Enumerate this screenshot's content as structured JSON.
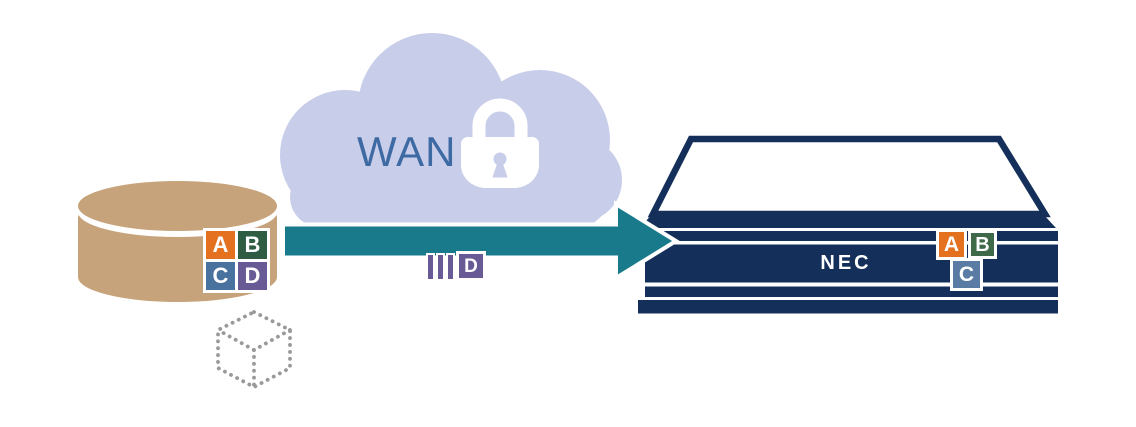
{
  "diagram": {
    "wan": {
      "label": "WAN",
      "text_color": "#3e6aa4",
      "cloud_color": "#c8cde9",
      "lock_icon": "padlock"
    },
    "source_storage": {
      "shape": "database-cylinder",
      "color": "#c6a37a",
      "blocks": [
        {
          "label": "A",
          "color": "#e4711f"
        },
        {
          "label": "B",
          "color": "#2e5d43"
        },
        {
          "label": "C",
          "color": "#49729e"
        },
        {
          "label": "D",
          "color": "#685a94"
        }
      ]
    },
    "flow_arrow": {
      "color": "#187a8b",
      "direction": "right"
    },
    "transfer_payload": {
      "bars": 3,
      "bar_color": "#685a94",
      "block": {
        "label": "D",
        "color": "#685a94"
      }
    },
    "target_appliance": {
      "brand": "NEC",
      "color": "#14305a",
      "blocks": [
        {
          "label": "A",
          "color": "#e4711f"
        },
        {
          "label": "B",
          "color": "#3e6a4a"
        },
        {
          "label": "C",
          "color": "#5a7ca4"
        }
      ]
    },
    "dedup_cube": {
      "style": "dotted-outline",
      "color": "#999999"
    }
  }
}
